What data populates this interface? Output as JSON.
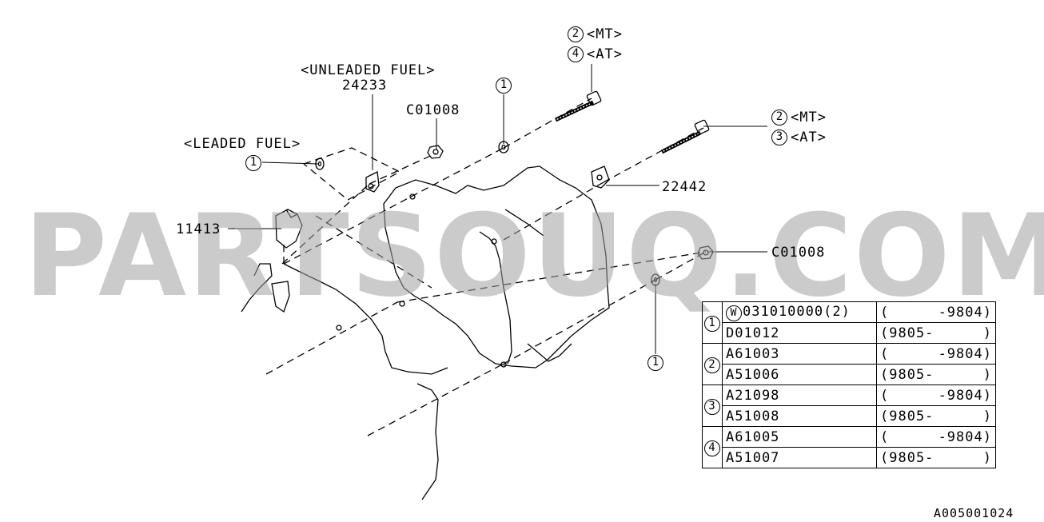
{
  "watermark": "PARTSOUQ.COM",
  "callouts": {
    "unleaded_fuel": "<UNLEADED FUEL>",
    "part_24233": "24233",
    "c01008_top": "C01008",
    "leaded_fuel": "<LEADED FUEL>",
    "part_11413": "11413",
    "part_22442": "22442",
    "c01008_right": "C01008",
    "bolt_top": {
      "ref_a": "2",
      "var_a": "<MT>",
      "ref_b": "4",
      "var_b": "<AT>"
    },
    "bolt_right": {
      "ref_a": "2",
      "var_a": "<MT>",
      "ref_b": "3",
      "var_b": "<AT>"
    },
    "ref_1": "1"
  },
  "parts_table": [
    {
      "ref": "1",
      "rows": [
        {
          "prefix": "W",
          "part": "031010000",
          "qty": "(2)",
          "date_open": "(",
          "date_value": "-9804",
          "date_close": ")"
        },
        {
          "prefix": "",
          "part": "D01012",
          "qty": "",
          "date_open": "(9805-",
          "date_value": "",
          "date_close": ")"
        }
      ]
    },
    {
      "ref": "2",
      "rows": [
        {
          "prefix": "",
          "part": "A61003",
          "qty": "",
          "date_open": "(",
          "date_value": "-9804",
          "date_close": ")"
        },
        {
          "prefix": "",
          "part": "A51006",
          "qty": "",
          "date_open": "(9805-",
          "date_value": "",
          "date_close": ")"
        }
      ]
    },
    {
      "ref": "3",
      "rows": [
        {
          "prefix": "",
          "part": "A21098",
          "qty": "",
          "date_open": "(",
          "date_value": "-9804",
          "date_close": ")"
        },
        {
          "prefix": "",
          "part": "A51008",
          "qty": "",
          "date_open": "(9805-",
          "date_value": "",
          "date_close": ")"
        }
      ]
    },
    {
      "ref": "4",
      "rows": [
        {
          "prefix": "",
          "part": "A61005",
          "qty": "",
          "date_open": "(",
          "date_value": "-9804",
          "date_close": ")"
        },
        {
          "prefix": "",
          "part": "A51007",
          "qty": "",
          "date_open": "(9805-",
          "date_value": "",
          "date_close": ")"
        }
      ]
    }
  ],
  "diagram_code": "A005001024"
}
